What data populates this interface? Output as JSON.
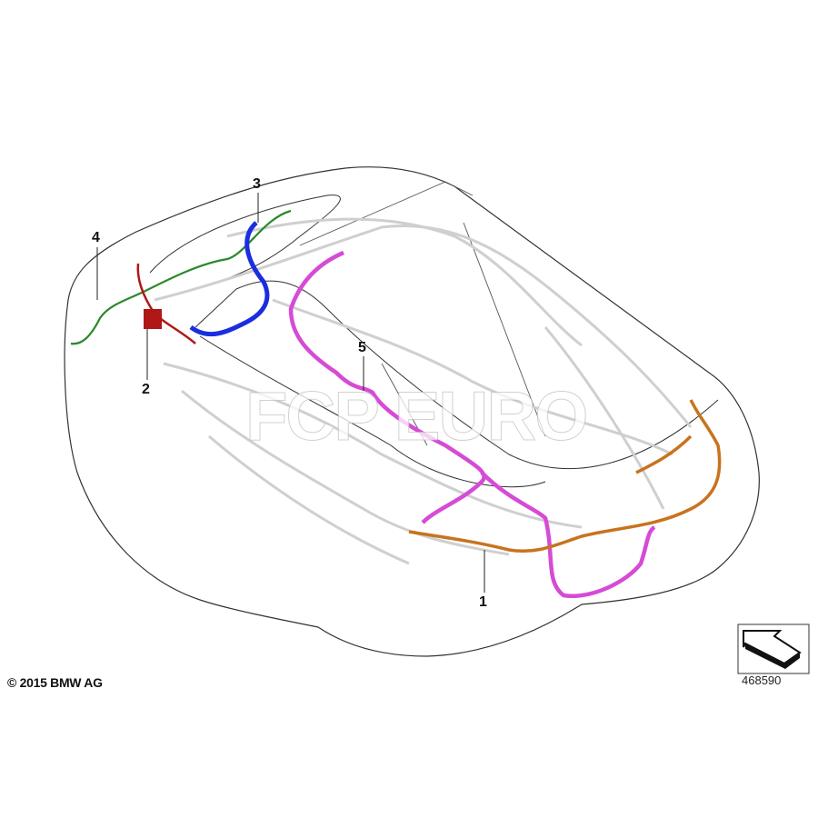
{
  "diagram": {
    "callouts": [
      {
        "id": "1",
        "label": "1",
        "color": "#c8731f"
      },
      {
        "id": "2",
        "label": "2",
        "color": "#b01818"
      },
      {
        "id": "3",
        "label": "3",
        "color": "#1a2ee0"
      },
      {
        "id": "4",
        "label": "4",
        "color": "#2a8a2a"
      },
      {
        "id": "5",
        "label": "5",
        "color": "#d64bd6"
      }
    ],
    "copyright": "© 2015 BMW AG",
    "diagram_number": "468590",
    "watermark": "FCP EURO"
  }
}
